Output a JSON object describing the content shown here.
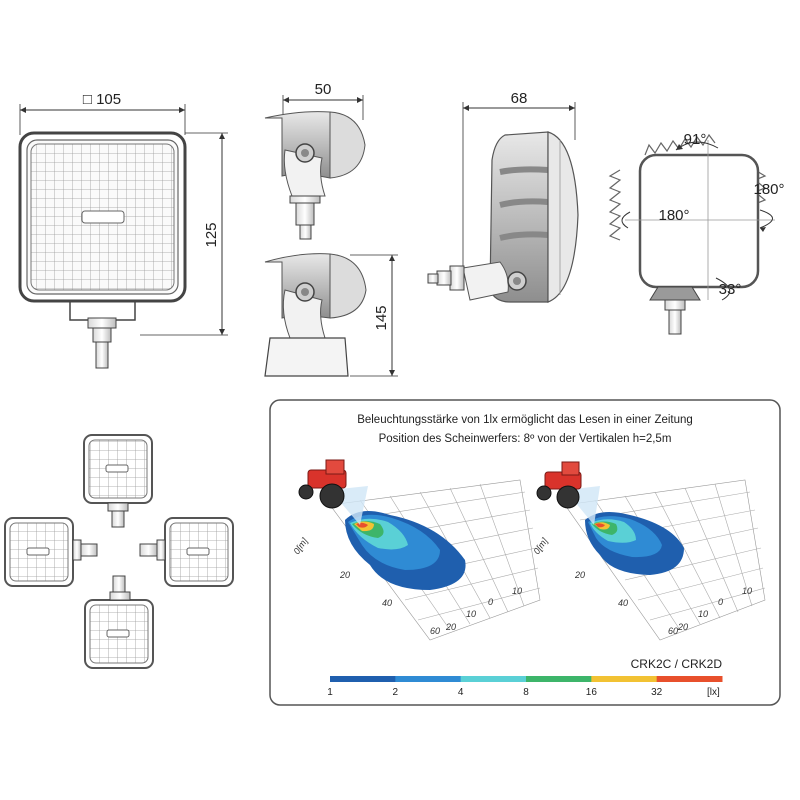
{
  "dimensions": {
    "front_width": "□ 105",
    "front_height": "125",
    "side_depth_top": "50",
    "side_height_stand": "145",
    "side_depth": "68"
  },
  "rotation": {
    "up": "91°",
    "left": "180°",
    "right": "180°",
    "down": "33°"
  },
  "panel": {
    "caption_line1": "Beleuchtungsstärke von 1lx ermöglicht das Lesen in einer Zeitung",
    "caption_line2": "Position des Scheinwerfers: 8º von der Vertikalen h=2,5m",
    "model": "CRK2C / CRK2D",
    "unit": "[lx]",
    "axis_label_m": "0[m]",
    "x_ticks": [
      "20",
      "40",
      "60"
    ],
    "y_ticks": [
      "10",
      "0",
      "10",
      "20"
    ],
    "scale": [
      {
        "value": "1",
        "color": "#1f5fae"
      },
      {
        "value": "2",
        "color": "#2f8bd4"
      },
      {
        "value": "4",
        "color": "#5ad0d6"
      },
      {
        "value": "8",
        "color": "#3db56a"
      },
      {
        "value": "16",
        "color": "#f2c233"
      },
      {
        "value": "32",
        "color": "#e8502c"
      }
    ]
  }
}
